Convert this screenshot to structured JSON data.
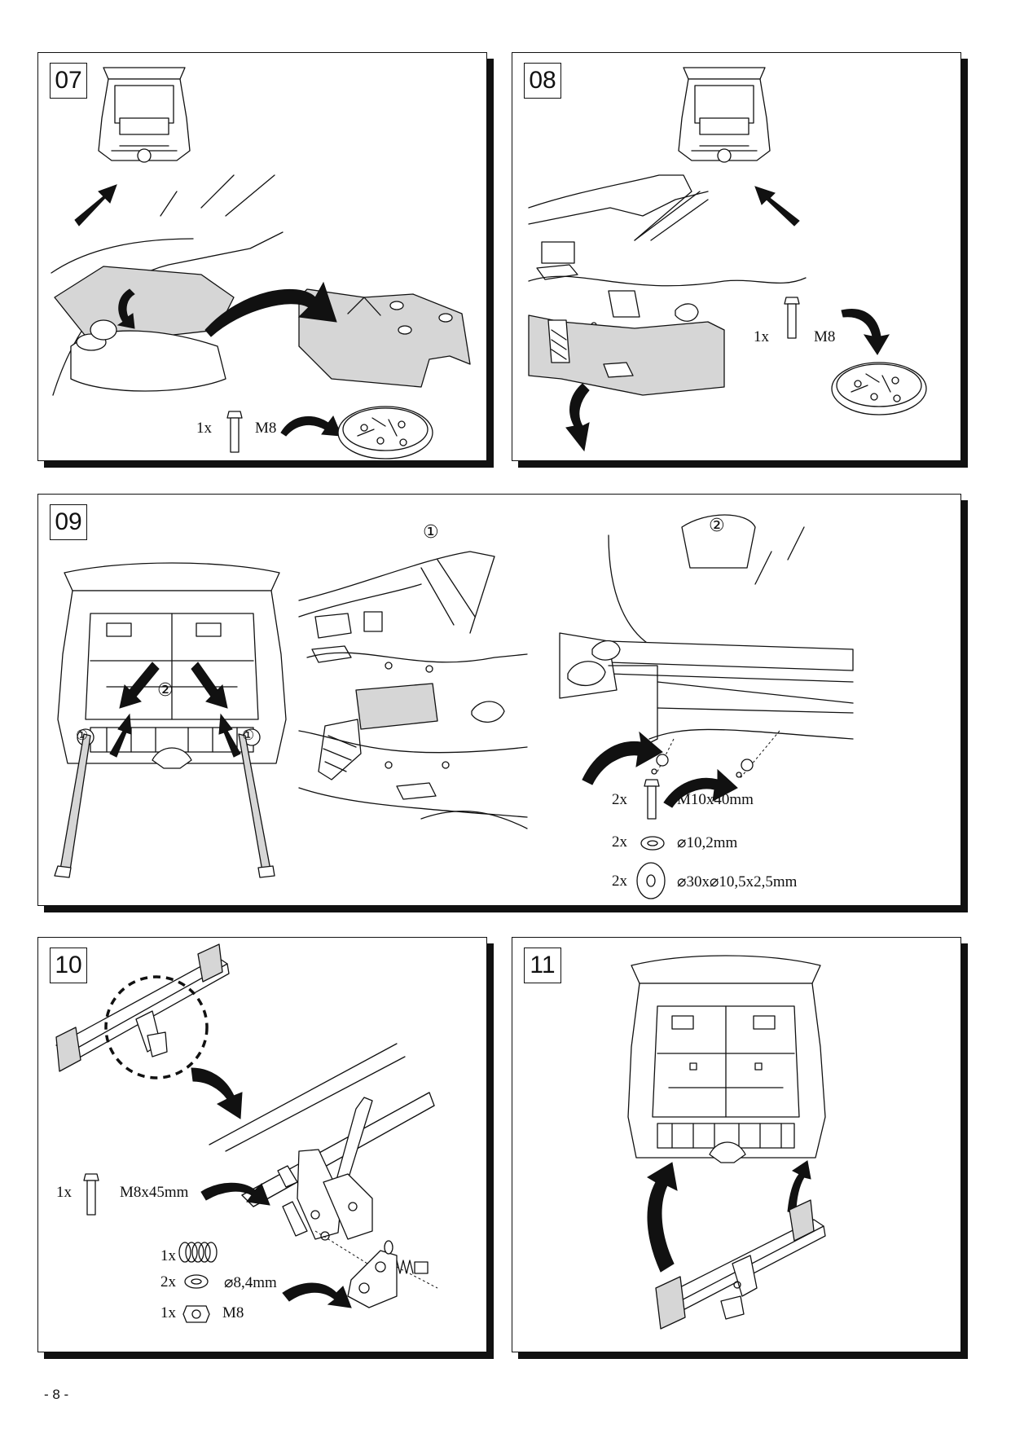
{
  "page_number": "- 8 -",
  "steps": [
    {
      "number": "07",
      "parts": [
        {
          "qty": "1x",
          "spec": "M8"
        }
      ]
    },
    {
      "number": "08",
      "parts": [
        {
          "qty": "1x",
          "spec": "M8"
        }
      ]
    },
    {
      "number": "09",
      "callouts": [
        "①",
        "②"
      ],
      "parts": [
        {
          "qty": "2x",
          "spec": "M10x40mm"
        },
        {
          "qty": "2x",
          "spec": "⌀10,2mm"
        },
        {
          "qty": "2x",
          "spec": "⌀30x⌀10,5x2,5mm"
        }
      ]
    },
    {
      "number": "10",
      "parts": [
        {
          "qty": "1x",
          "spec": "M8x45mm"
        },
        {
          "qty": "1x",
          "spec": ""
        },
        {
          "qty": "2x",
          "spec": "⌀8,4mm"
        },
        {
          "qty": "1x",
          "spec": "M8"
        }
      ]
    },
    {
      "number": "11",
      "parts": []
    }
  ],
  "icons": {
    "bolt": "bolt-icon",
    "washer": "washer-icon",
    "large-washer": "large-washer-icon",
    "spring": "spring-icon",
    "nut": "nut-icon",
    "arrow": "arrow-icon"
  }
}
